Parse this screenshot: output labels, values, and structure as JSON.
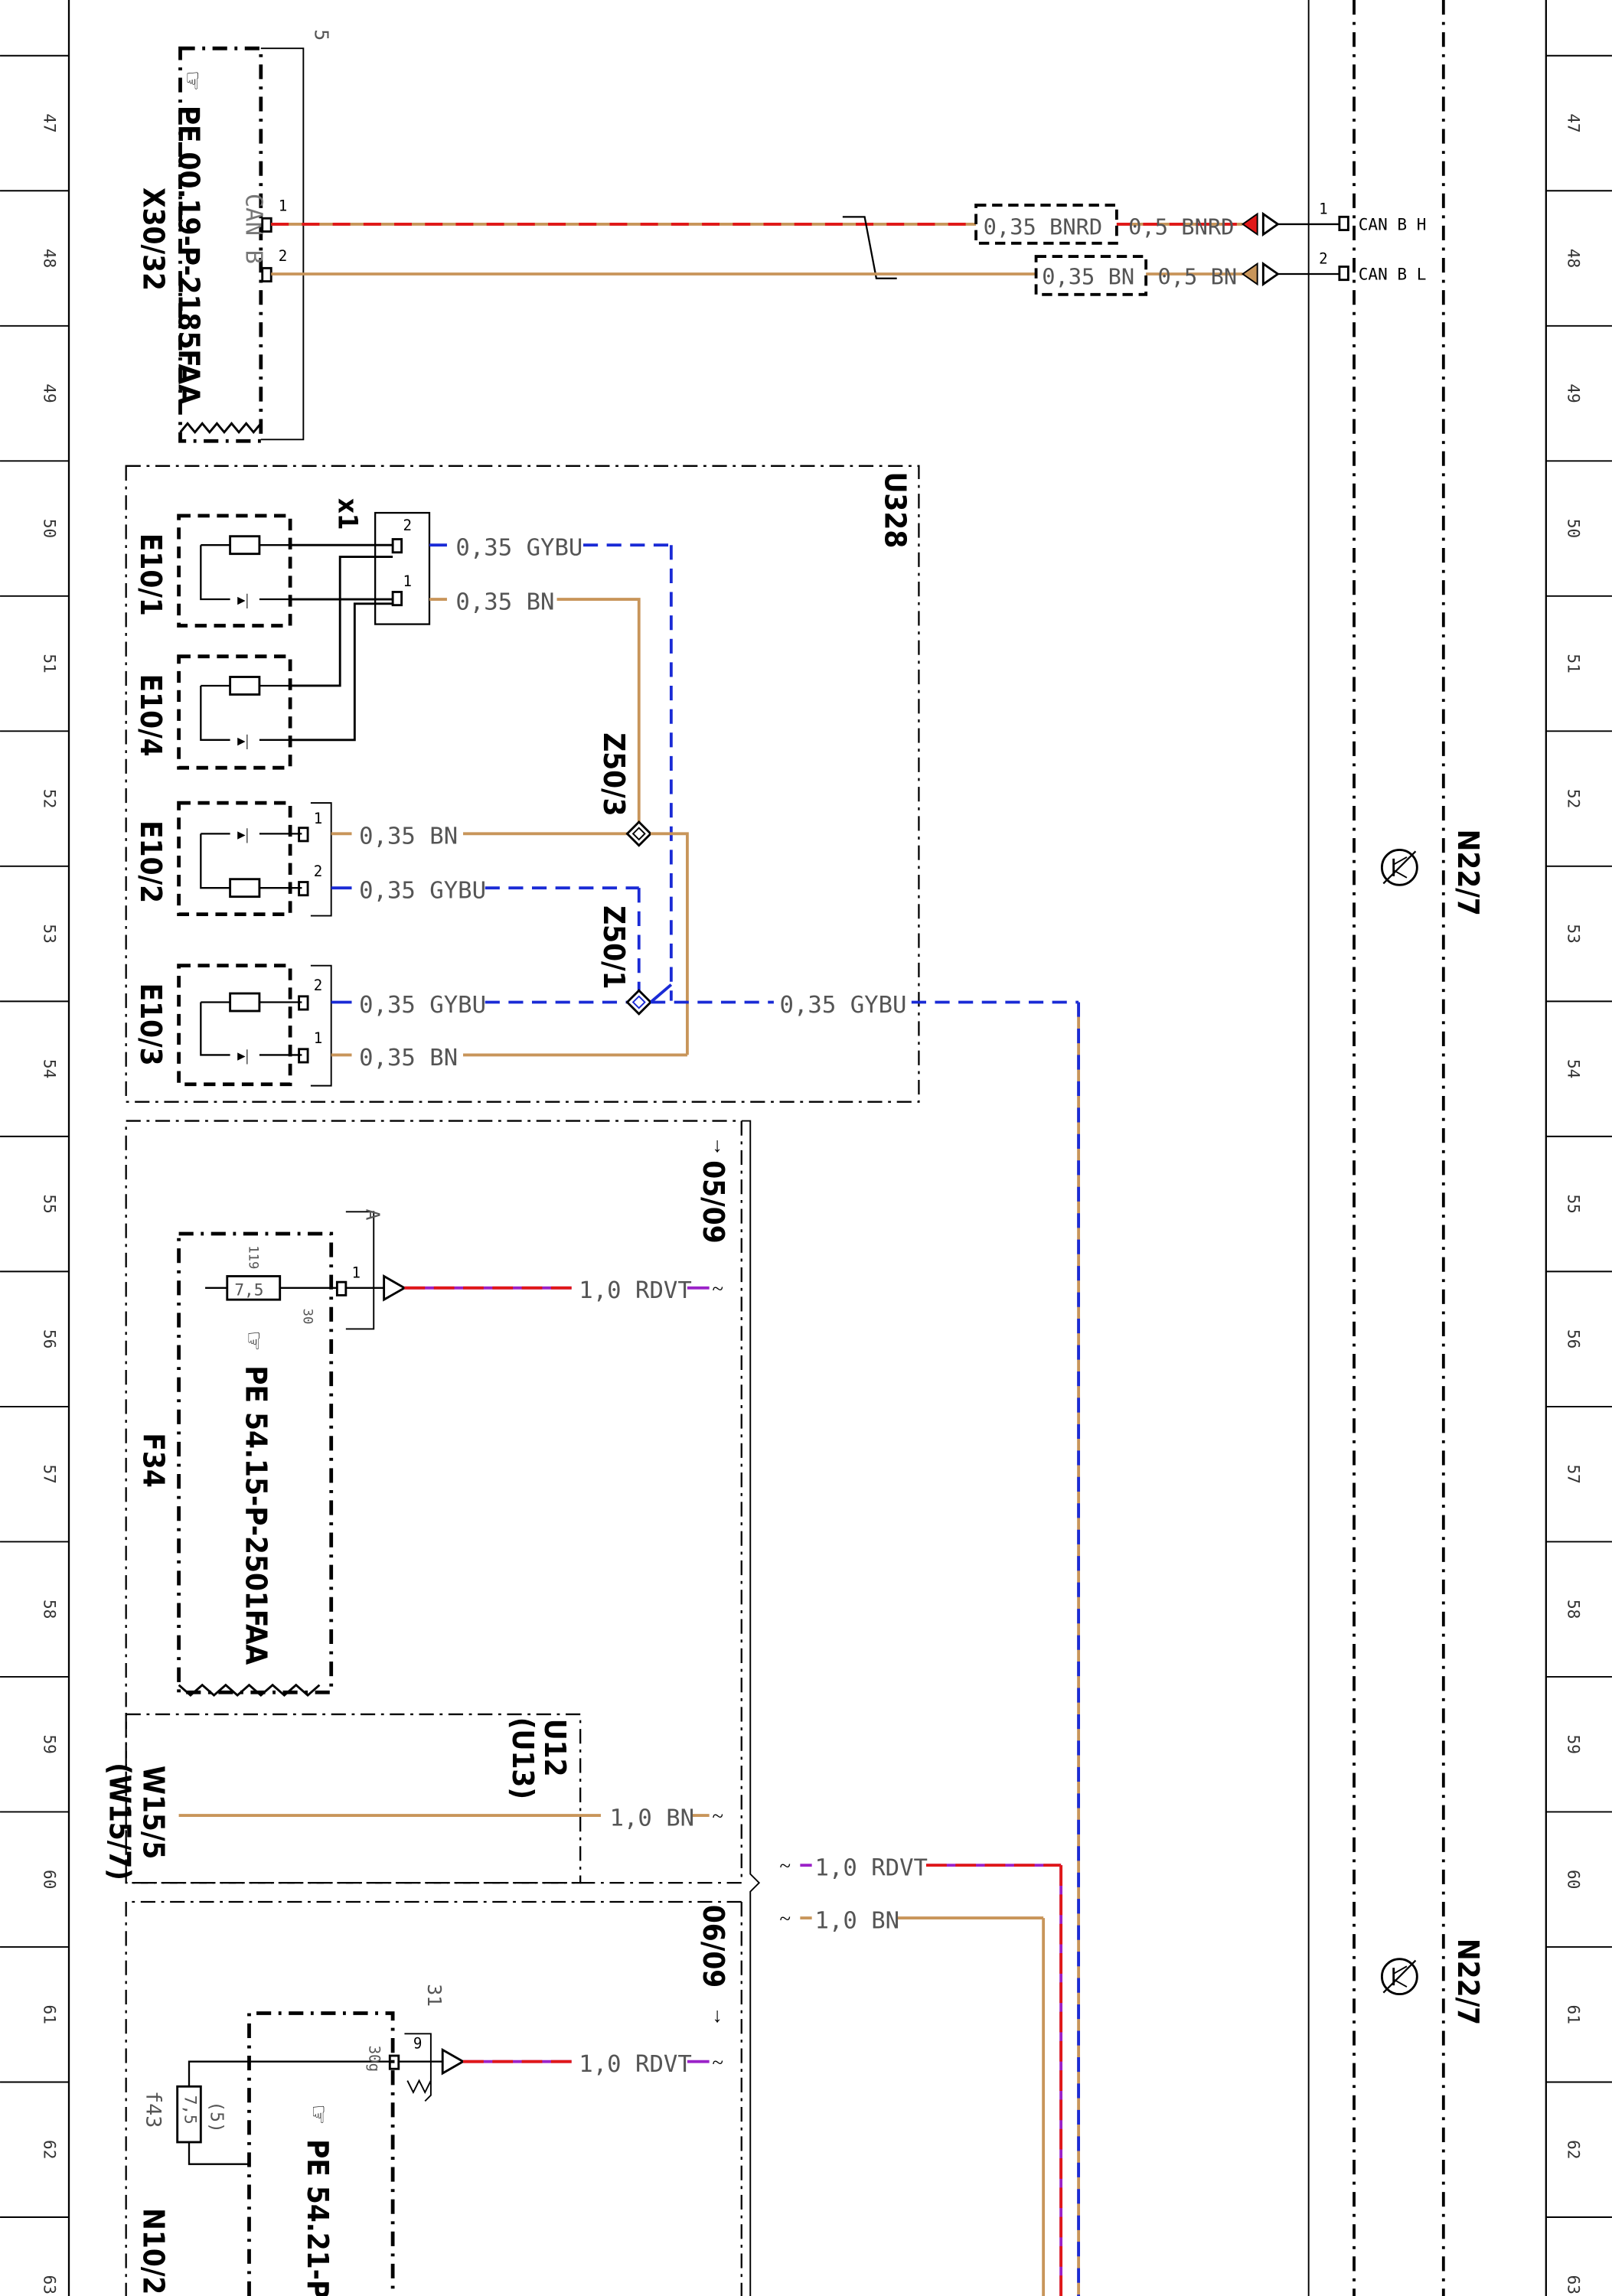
{
  "row_numbers": [
    "47",
    "48",
    "49",
    "50",
    "51",
    "52",
    "53",
    "54",
    "55",
    "56",
    "57",
    "58",
    "59",
    "60",
    "61",
    "62",
    "63"
  ],
  "colors": {
    "line": "#000000",
    "wire_bn": "#c8955a",
    "wire_gybu_dash": "#1a2bd6",
    "wire_rd": "#e01818",
    "wire_vt": "#9b22c8",
    "text_light": "#555555"
  },
  "components": {
    "x30_32": {
      "id": "X30/32",
      "ref": "PE 00.19-P-2185FAA",
      "label": "CAN B",
      "bracket": "5",
      "pins": [
        "1",
        "2"
      ]
    },
    "u328": {
      "id": "U328"
    },
    "x1": {
      "id": "x1",
      "pins": [
        "2",
        "1"
      ]
    },
    "e10_1": {
      "id": "E10/1"
    },
    "e10_4": {
      "id": "E10/4"
    },
    "e10_2": {
      "id": "E10/2",
      "pins": [
        "1",
        "2"
      ]
    },
    "e10_3": {
      "id": "E10/3",
      "pins": [
        "2",
        "1"
      ]
    },
    "z50_3": {
      "id": "Z50/3"
    },
    "z50_1": {
      "id": "Z50/1"
    },
    "f34": {
      "id": "F34",
      "ref": "PE 54.15-P-2501FAA",
      "bracket": "A",
      "fuse": "7,5",
      "pin_top": "119",
      "pin_bottom": "30",
      "pin": "1"
    },
    "u12": {
      "id": "U12",
      "alt": "(U13)"
    },
    "w15_5": {
      "id": "W15/5",
      "alt": "(W15/7)"
    },
    "n10_2": {
      "id": "N10/2",
      "ref": "PE 54.21-P",
      "bracket": "31",
      "fuse_id": "f43",
      "fuse": "7,5",
      "fuse_note": "(5)",
      "pin": "9",
      "pin_label": "30g"
    },
    "n22_7_a": {
      "id": "N22/7"
    },
    "n22_7_b": {
      "id": "N22/7"
    }
  },
  "cross_refs": {
    "ref_a": "05/09",
    "ref_b": "06/09"
  },
  "wires": {
    "can_h_left": "0,35 BNRD",
    "can_h_right": "0,5 BNRD",
    "can_l_left": "0,35 BN",
    "can_l_right": "0,5 BN",
    "can_h_pin": "1",
    "can_l_pin": "2",
    "can_h_name": "CAN B H",
    "can_l_name": "CAN B L",
    "x1_pin2": "0,35 GYBU",
    "x1_pin1": "0,35 BN",
    "e10_2_pin1": "0,35 BN",
    "e10_2_pin2": "0,35 GYBU",
    "e10_3_pin2": "0,35 GYBU",
    "e10_3_pin1": "0,35 BN",
    "out_gybu": "0,35 GYBU",
    "f34_out": "1,0 RDVT",
    "w15_out": "1,0 BN",
    "mid_rdvt": "1,0 RDVT",
    "mid_bn": "1,0 BN",
    "n10_out": "1,0 RDVT"
  }
}
